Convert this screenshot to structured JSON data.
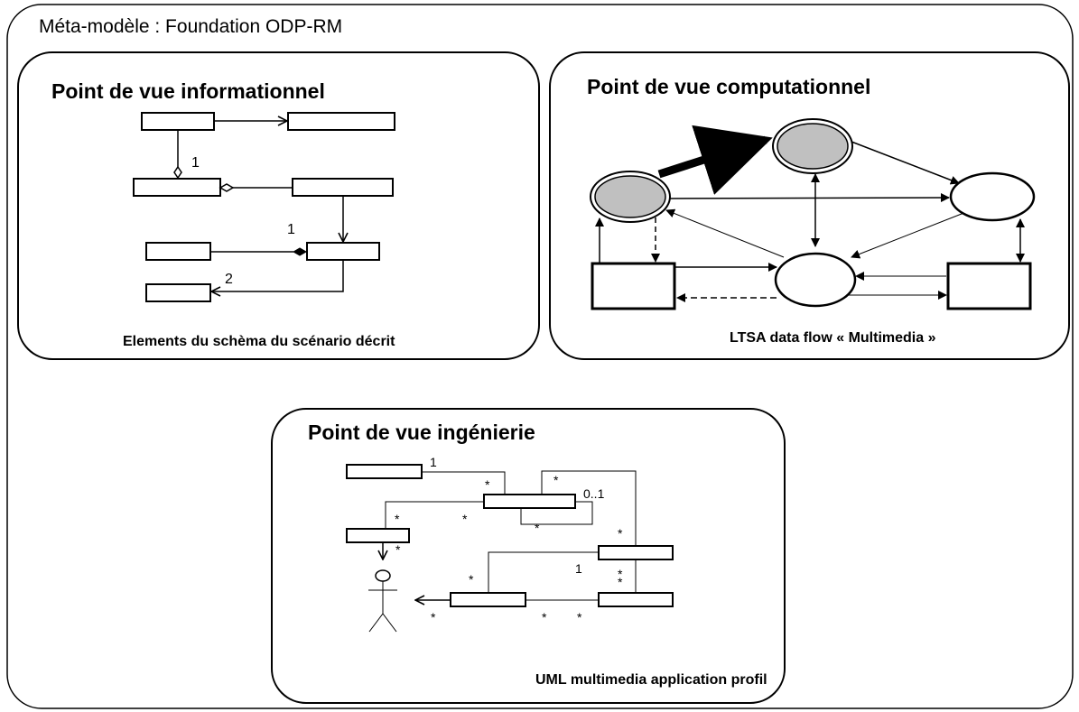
{
  "outer": {
    "title": "Méta-modèle : Foundation ODP-RM"
  },
  "informational": {
    "title": "Point de vue informationnel",
    "caption": "Elements du schèma du scénario décrit",
    "multiplicities": [
      "1",
      "1",
      "2"
    ]
  },
  "computational": {
    "title": "Point de vue computationnel",
    "caption": "LTSA data flow « Multimedia »"
  },
  "engineering": {
    "title": "Point de vue ingénierie",
    "caption": "UML multimedia application profil",
    "multiplicities": [
      "1",
      "*",
      "*",
      "0..1",
      "*",
      "*",
      "*",
      "*",
      "*",
      "1",
      "*",
      "*",
      "*",
      "*",
      "*",
      "*"
    ]
  },
  "colors": {
    "stroke": "#000000",
    "active_node_fill": "#c0c0c0",
    "background": "#ffffff"
  }
}
